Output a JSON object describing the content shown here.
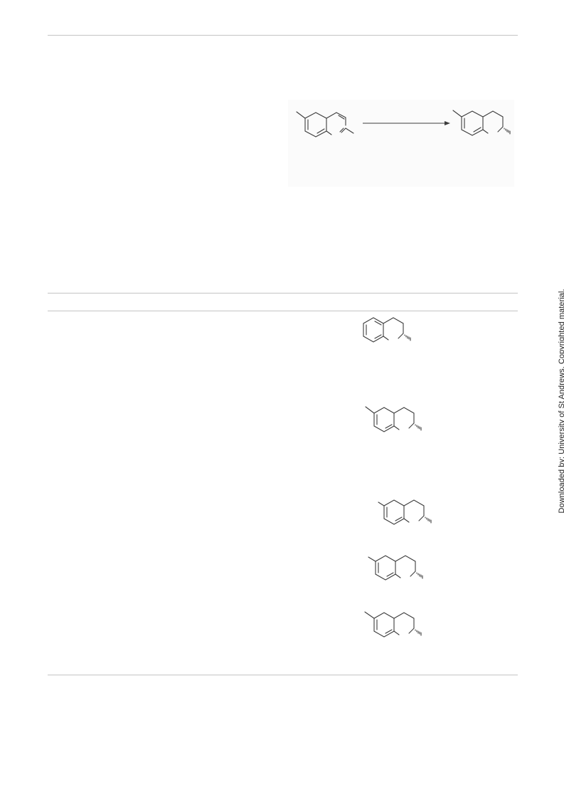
{
  "page": {
    "watermark": "Downloaded by: University of St Andrews. Copyrighted material."
  },
  "scheme": {
    "starting_material": "6-methyl-2H-chromene-type bicyclic (partially unsaturated ring) with 2-methyl",
    "product": "6-methylchroman-type bicyclic with hashed 2-methyl stereocentre"
  },
  "table": {
    "entries": [
      {
        "structure": "unsubstituted chroman, hashed 2-methyl"
      },
      {
        "structure": "6-methyl chroman, hashed 2-methyl"
      },
      {
        "structure": "6-methyl chroman, hashed 2-methyl"
      },
      {
        "structure": "6-methyl chroman, hashed 2-methyl"
      },
      {
        "structure": "6-methyl chroman, hashed 2-methyl"
      }
    ]
  }
}
